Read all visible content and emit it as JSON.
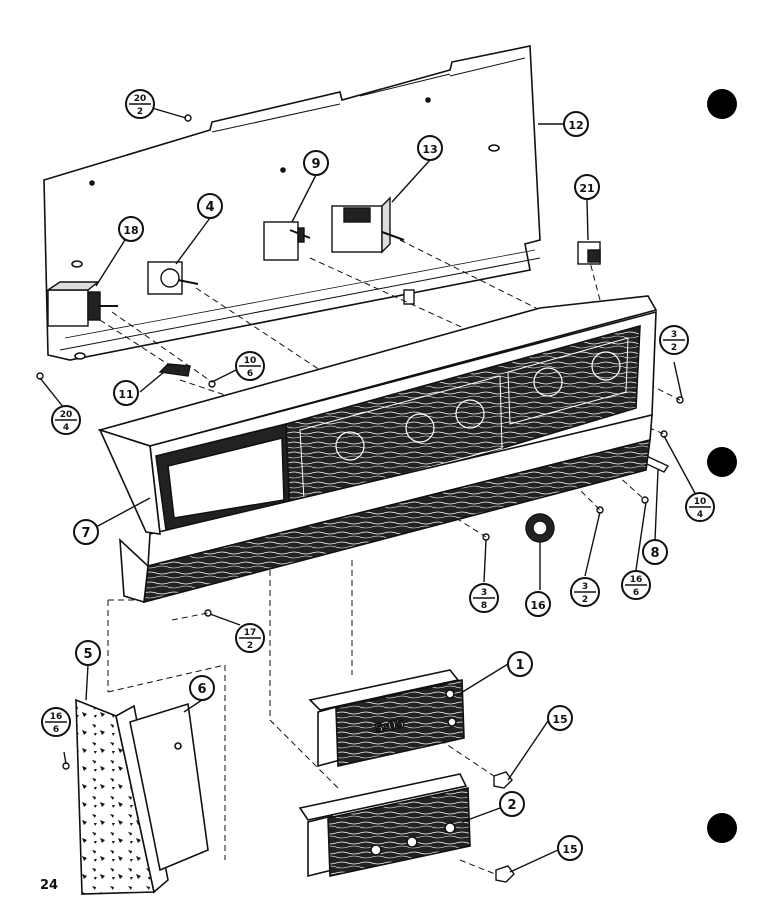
{
  "page_number": "24",
  "display_text": "5:05",
  "callouts": [
    {
      "id": "c1",
      "label": "1"
    },
    {
      "id": "c2",
      "label": "2"
    },
    {
      "id": "c4",
      "label": "4"
    },
    {
      "id": "c5",
      "label": "5"
    },
    {
      "id": "c6",
      "label": "6"
    },
    {
      "id": "c7",
      "label": "7"
    },
    {
      "id": "c8",
      "label": "8"
    },
    {
      "id": "c9",
      "label": "9"
    },
    {
      "id": "c11",
      "label": "11"
    },
    {
      "id": "c12",
      "label": "12"
    },
    {
      "id": "c13",
      "label": "13"
    },
    {
      "id": "c15a",
      "label": "15"
    },
    {
      "id": "c15b",
      "label": "15"
    },
    {
      "id": "c16",
      "label": "16"
    },
    {
      "id": "c18",
      "label": "18"
    },
    {
      "id": "c21",
      "label": "21"
    }
  ],
  "fraction_callouts": [
    {
      "id": "f20_2",
      "num": "20",
      "den": "2"
    },
    {
      "id": "f20_4",
      "num": "20",
      "den": "4"
    },
    {
      "id": "f10_6",
      "num": "10",
      "den": "6"
    },
    {
      "id": "f3_2a",
      "num": "3",
      "den": "2"
    },
    {
      "id": "f10_4",
      "num": "10",
      "den": "4"
    },
    {
      "id": "f3_8",
      "num": "3",
      "den": "8"
    },
    {
      "id": "f3_2b",
      "num": "3",
      "den": "2"
    },
    {
      "id": "f16_6",
      "num": "16",
      "den": "6"
    },
    {
      "id": "f17_2",
      "num": "17",
      "den": "2"
    },
    {
      "id": "f16_6b",
      "num": "16",
      "den": "6"
    }
  ]
}
